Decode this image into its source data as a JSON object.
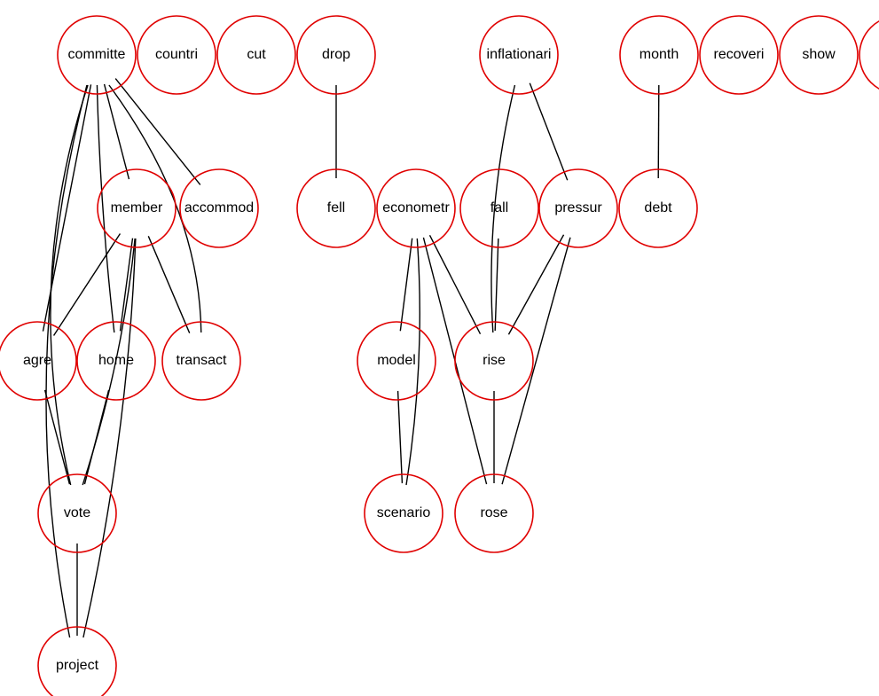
{
  "nodes": [
    {
      "id": "committe",
      "label": "committe"
    },
    {
      "id": "countri",
      "label": "countri"
    },
    {
      "id": "cut",
      "label": "cut"
    },
    {
      "id": "drop",
      "label": "drop"
    },
    {
      "id": "inflationari",
      "label": "inflationari"
    },
    {
      "id": "month",
      "label": "month"
    },
    {
      "id": "recoveri",
      "label": "recoveri"
    },
    {
      "id": "show",
      "label": "show"
    },
    {
      "id": "partial",
      "label": ""
    },
    {
      "id": "member",
      "label": "member"
    },
    {
      "id": "accommod",
      "label": "accommod"
    },
    {
      "id": "fell",
      "label": "fell"
    },
    {
      "id": "econometr",
      "label": "econometr"
    },
    {
      "id": "fall",
      "label": "fall"
    },
    {
      "id": "pressur",
      "label": "pressur"
    },
    {
      "id": "debt",
      "label": "debt"
    },
    {
      "id": "agre",
      "label": "agre"
    },
    {
      "id": "home",
      "label": "home"
    },
    {
      "id": "transact",
      "label": "transact"
    },
    {
      "id": "model",
      "label": "model"
    },
    {
      "id": "rise",
      "label": "rise"
    },
    {
      "id": "vote",
      "label": "vote"
    },
    {
      "id": "scenario",
      "label": "scenario"
    },
    {
      "id": "rose",
      "label": "rose"
    },
    {
      "id": "project",
      "label": "project"
    }
  ],
  "edges": [
    [
      "committe",
      "member"
    ],
    [
      "committe",
      "accommod"
    ],
    [
      "committe",
      "transact"
    ],
    [
      "committe",
      "home"
    ],
    [
      "committe",
      "agre"
    ],
    [
      "committe",
      "vote"
    ],
    [
      "committe",
      "project"
    ],
    [
      "member",
      "agre"
    ],
    [
      "member",
      "home"
    ],
    [
      "member",
      "transact"
    ],
    [
      "member",
      "vote"
    ],
    [
      "member",
      "project"
    ],
    [
      "agre",
      "vote"
    ],
    [
      "home",
      "vote"
    ],
    [
      "vote",
      "project"
    ],
    [
      "drop",
      "fell"
    ],
    [
      "inflationari",
      "rise"
    ],
    [
      "inflationari",
      "pressur"
    ],
    [
      "month",
      "debt"
    ],
    [
      "econometr",
      "model"
    ],
    [
      "econometr",
      "rise"
    ],
    [
      "econometr",
      "scenario"
    ],
    [
      "econometr",
      "rose"
    ],
    [
      "fall",
      "rise"
    ],
    [
      "pressur",
      "rise"
    ],
    [
      "pressur",
      "rose"
    ],
    [
      "model",
      "scenario"
    ],
    [
      "rise",
      "rose"
    ]
  ],
  "colors": {
    "node_stroke": "#e00000",
    "edge": "#000000"
  }
}
